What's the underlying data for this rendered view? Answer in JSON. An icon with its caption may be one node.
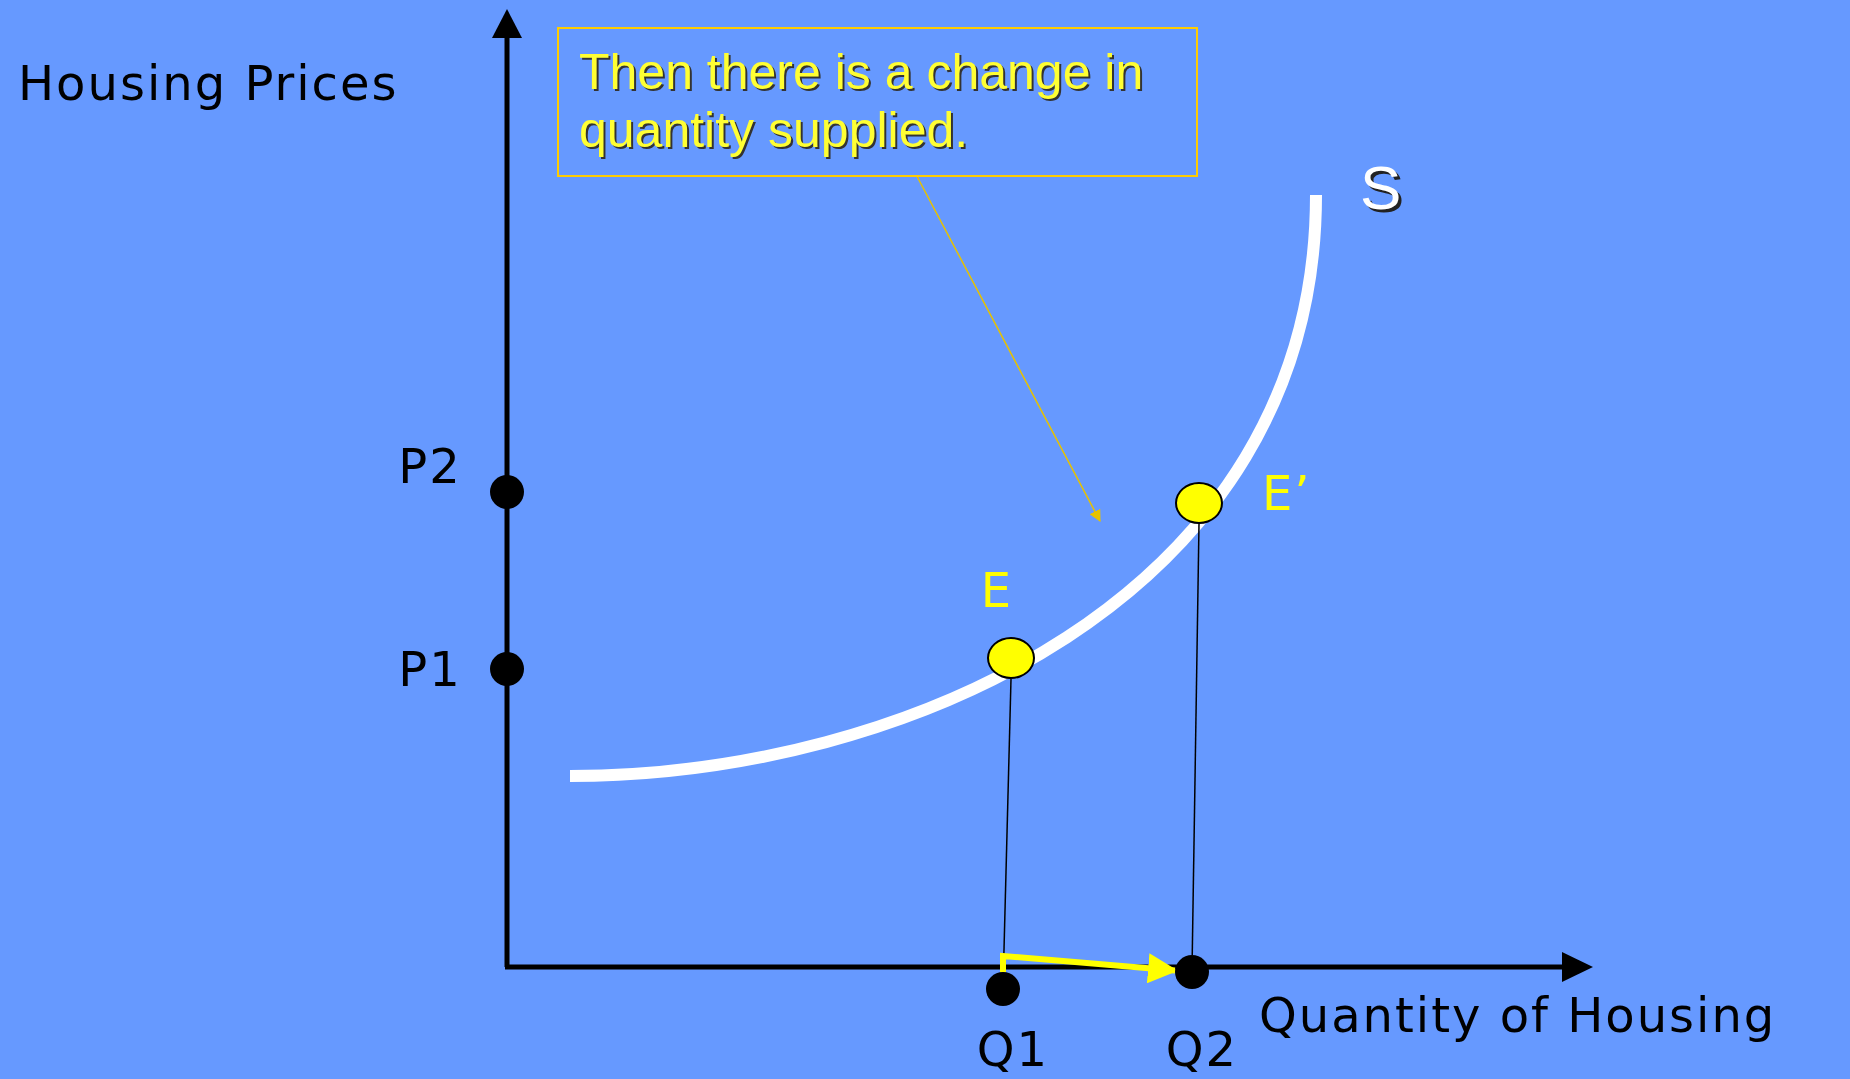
{
  "diagram": {
    "nodes": [
      {
        "text": [
          "Then there is a change in quantity supplied."
        ]
      },
      {
        "text": [],
        "shape": "circle"
      },
      {
        "text": [],
        "shape": "circle"
      },
      {
        "text": [],
        "shape": "circle",
        "beside": [
          "P2"
        ]
      },
      {
        "text": [],
        "shape": "circle",
        "beside": [
          "P1"
        ]
      },
      {
        "text": [],
        "shape": "circle",
        "beside": [
          "Q1"
        ]
      },
      {
        "text": [],
        "shape": "circle",
        "beside": [
          "Q2"
        ]
      }
    ],
    "edges": [
      {
        "from": 0,
        "to": null,
        "arrow": "to",
        "color": "#e6c200"
      },
      {
        "from": 1,
        "to": 5,
        "arrow": "none"
      },
      {
        "from": 2,
        "to": 6,
        "arrow": "none"
      },
      {
        "from": 5,
        "to": 6,
        "arrow": "to",
        "style": "thick",
        "color": "#ffff00"
      }
    ],
    "labels": [
      "Housing Prices",
      "S",
      "E’",
      "E",
      "Quantity of Housing"
    ]
  }
}
